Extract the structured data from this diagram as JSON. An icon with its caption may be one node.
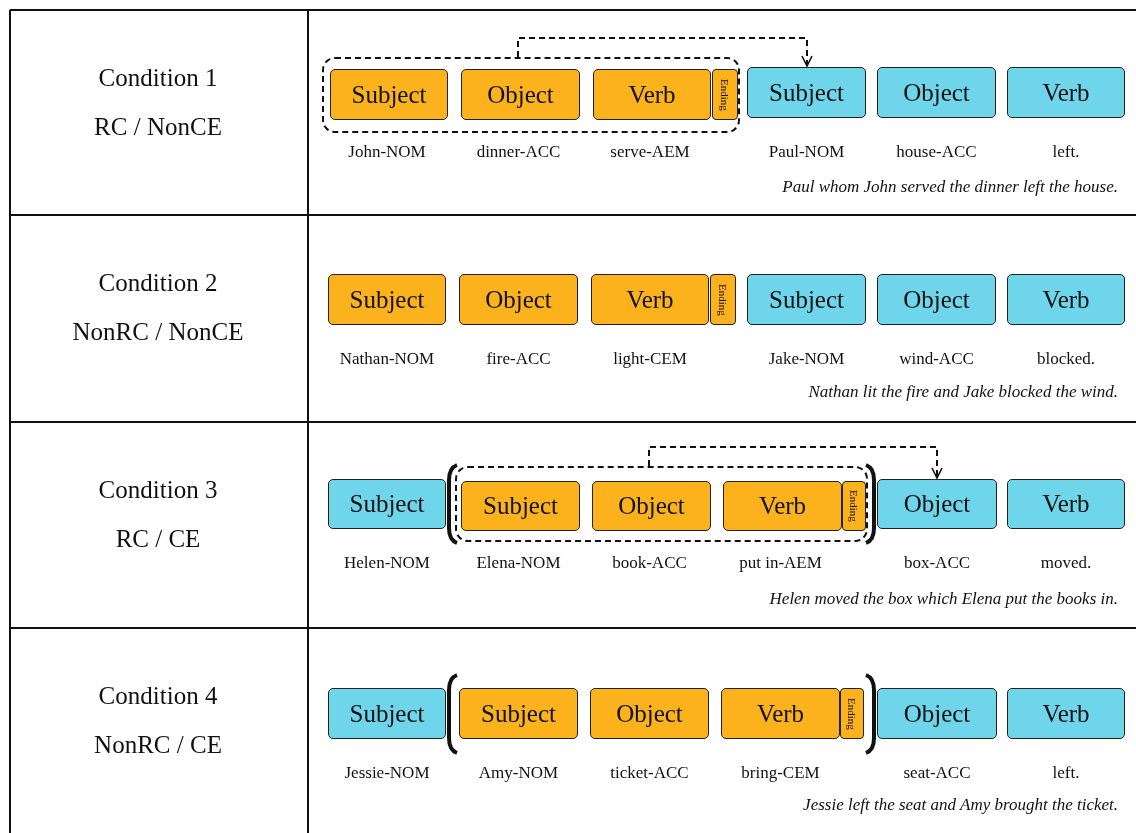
{
  "diagram": {
    "nodes": [
      {
        "text": [],
        "shape": "box"
      },
      {
        "text": [
          "Subject"
        ],
        "in": 0,
        "beside": [
          "John-NOM"
        ]
      },
      {
        "text": [
          "Object"
        ],
        "in": 0,
        "beside": [
          "dinner-ACC"
        ]
      },
      {
        "text": [
          "Verb"
        ],
        "in": 0,
        "beside": [
          "serve-AEM"
        ]
      },
      {
        "text": [
          "Ending"
        ],
        "in": 0
      },
      {
        "text": [
          "Subject"
        ],
        "beside": [
          "Paul-NOM"
        ]
      },
      {
        "text": [
          "Object"
        ],
        "beside": [
          "house-ACC"
        ]
      },
      {
        "text": [
          "Verb"
        ],
        "beside": [
          "left."
        ]
      },
      {
        "text": [
          "Subject"
        ],
        "beside": [
          "Nathan-NOM"
        ]
      },
      {
        "text": [
          "Object"
        ],
        "beside": [
          "fire-ACC"
        ]
      },
      {
        "text": [
          "Verb"
        ],
        "beside": [
          "light-CEM"
        ]
      },
      {
        "text": [
          "Ending"
        ]
      },
      {
        "text": [
          "Subject"
        ],
        "beside": [
          "Jake-NOM"
        ]
      },
      {
        "text": [
          "Object"
        ],
        "beside": [
          "wind-ACC"
        ]
      },
      {
        "text": [
          "Verb"
        ],
        "beside": [
          "blocked."
        ]
      },
      {
        "text": [
          "Subject"
        ],
        "beside": [
          "Helen-NOM"
        ]
      },
      {
        "text": [],
        "shape": "box"
      },
      {
        "text": [
          "Subject"
        ],
        "in": 16,
        "beside": [
          "Elena-NOM"
        ]
      },
      {
        "text": [
          "Object"
        ],
        "in": 16,
        "beside": [
          "book-ACC"
        ]
      },
      {
        "text": [
          "Verb"
        ],
        "in": 16,
        "beside": [
          "put in-AEM"
        ]
      },
      {
        "text": [
          "Ending"
        ],
        "in": 16
      },
      {
        "text": [
          "Object"
        ],
        "beside": [
          "box-ACC"
        ]
      },
      {
        "text": [
          "Verb"
        ],
        "beside": [
          "moved."
        ]
      },
      {
        "text": [
          "Subject"
        ],
        "beside": [
          "Jessie-NOM"
        ]
      },
      {
        "text": [
          "Subject"
        ],
        "beside": [
          "Amy-NOM"
        ]
      },
      {
        "text": [
          "Object"
        ],
        "beside": [
          "ticket-ACC"
        ]
      },
      {
        "text": [
          "Verb"
        ],
        "beside": [
          "bring-CEM"
        ]
      },
      {
        "text": [
          "Ending"
        ]
      },
      {
        "text": [
          "Object"
        ],
        "beside": [
          "seat-ACC"
        ]
      },
      {
        "text": [
          "Verb"
        ],
        "beside": [
          "left."
        ]
      }
    ],
    "edges": [
      {
        "from": 0,
        "to": 5,
        "arrow": "to",
        "style": "dashed"
      },
      {
        "from": 16,
        "to": 21,
        "arrow": "to",
        "style": "dashed"
      }
    ],
    "labels": [
      "Condition 1",
      "RC / NonCE",
      "Paul whom John served the dinner left the house.",
      "Condition 2",
      "NonRC / NonCE",
      "Nathan lit the fire and Jake blocked the wind.",
      "Condition 3",
      "RC / CE",
      "Helen moved the box which Elena put the books in.",
      "Condition 4",
      "NonRC / CE",
      "Jessie left the seat and Amy brought the ticket."
    ]
  }
}
